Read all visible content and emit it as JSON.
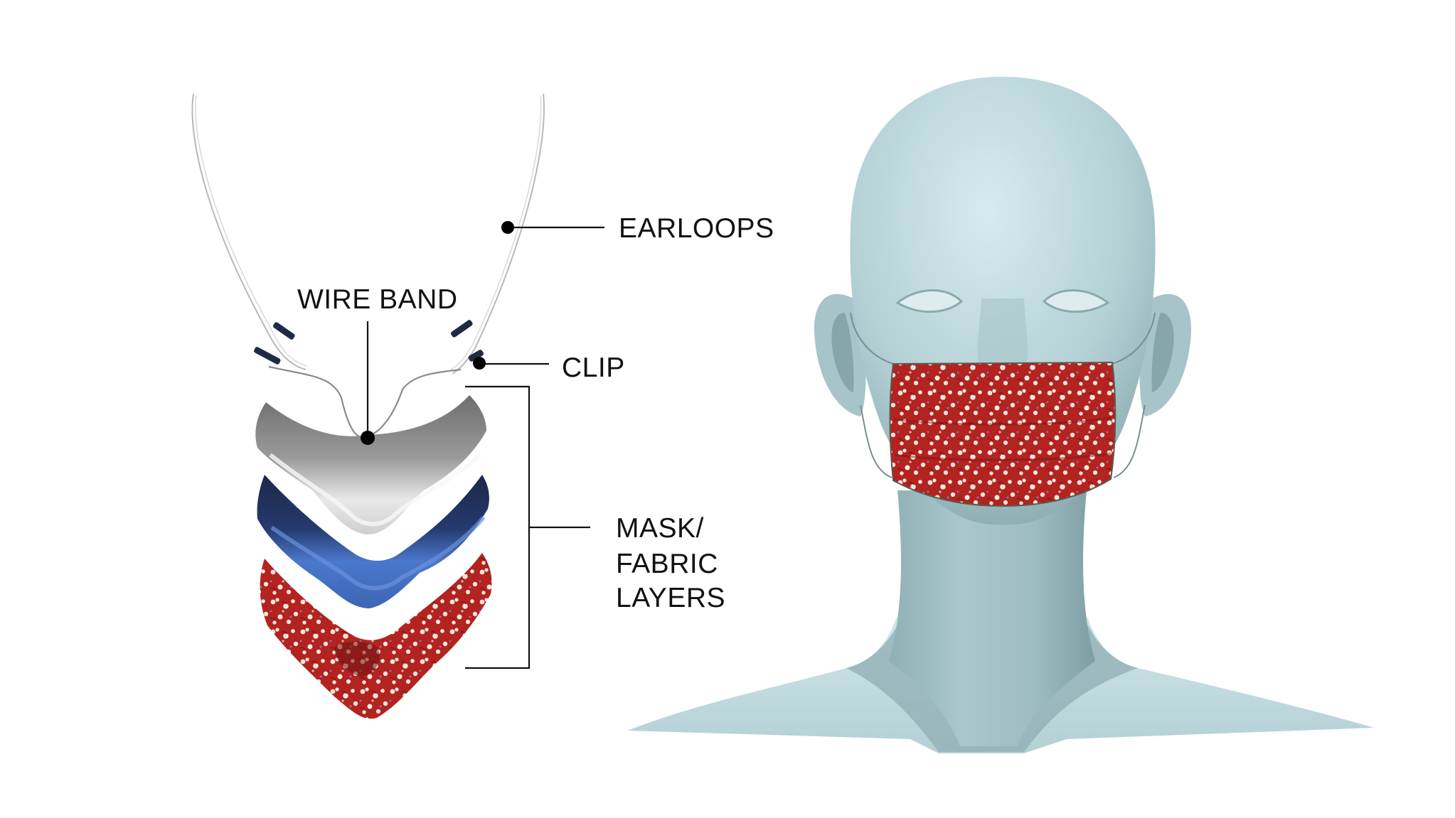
{
  "labels": {
    "earloops": "EARLOOPS",
    "wire_band": "WIRE BAND",
    "clip": "CLIP",
    "mask_layers_line1": "MASK/",
    "mask_layers_line2": "FABRIC",
    "mask_layers_line3": "LAYERS"
  },
  "colors": {
    "background": "#ffffff",
    "head_skin": "#b9d6da",
    "head_shadow": "#8fb0b6",
    "fabric_red": "#b3231f",
    "fabric_flower": "#f2e6dc",
    "layer_grey": "#808080",
    "layer_navy": "#1c2847",
    "layer_blue": "#4b78cc",
    "label_ink": "#111111"
  }
}
